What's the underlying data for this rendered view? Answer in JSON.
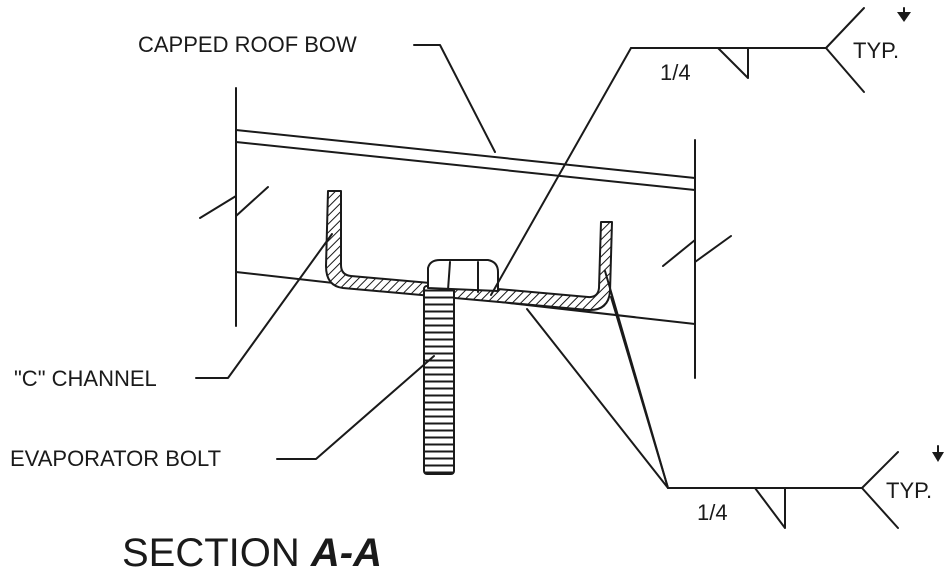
{
  "labels": {
    "capped_roof_bow": "CAPPED ROOF BOW",
    "c_channel": "\"C\" CHANNEL",
    "evaporator_bolt": "EVAPORATOR BOLT",
    "weld_top_size": "1/4",
    "weld_top_note": "TYP.",
    "weld_bottom_size": "1/4",
    "weld_bottom_note": "TYP."
  },
  "section_title": {
    "prefix": "SECTION",
    "id": "A-A"
  },
  "colors": {
    "ink": "#1a1a1a",
    "background": "#ffffff"
  }
}
